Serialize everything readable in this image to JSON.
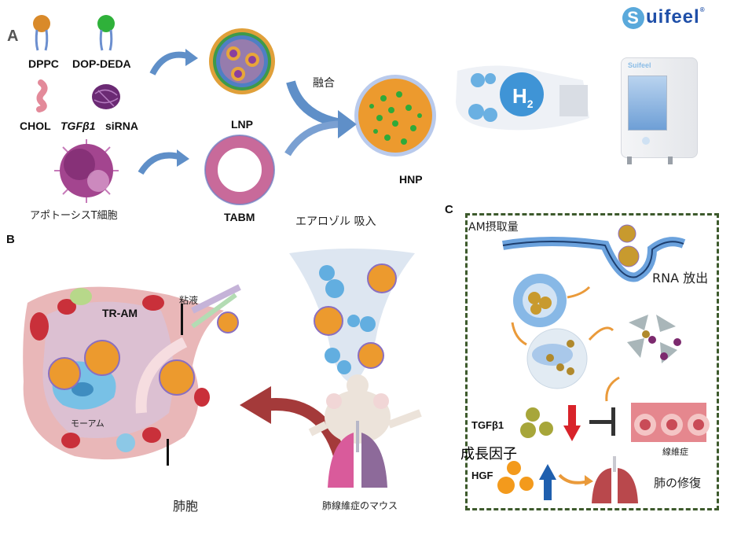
{
  "brand": {
    "logo_initial": "S",
    "logo_rest": "uifeel",
    "registered_mark": "®",
    "device_label": "Suifeel"
  },
  "panel_a": {
    "letter": "A",
    "components": {
      "dppc": "DPPC",
      "dop_deda": "DOP-DEDA",
      "chol": "CHOL",
      "tgfb1_italic": "TGFβ1",
      "sirna": "siRNA",
      "apoptotic_t_cell": "アポトーシスT細胞"
    },
    "lnp": "LNP",
    "tabm": "TABM",
    "fusion": "融合",
    "hnp": "HNP",
    "h2": "H",
    "h2_sub": "2"
  },
  "panel_b": {
    "letter": "B",
    "aerosol_inhalation": "エアロゾル 吸入",
    "mucus": "粘液",
    "tr_am": "TR-AM",
    "mo_am": "モーアム",
    "alveolus": "肺胞",
    "fibrosis_mouse": "肺線維症のマウス"
  },
  "panel_c": {
    "letter": "C",
    "am_uptake": "AM摂取量",
    "rna_release": "RNA 放出",
    "tgfb1": "TGFβ1",
    "growth_factor": "成長因子",
    "hgf": "HGF",
    "fibrosis": "線維症",
    "lung_repair": "肺の修復"
  },
  "colors": {
    "arrow_blue": "#5f8fc8",
    "nanoparticle_orange": "#e89a2c",
    "nanoparticle_green": "#2faa3a",
    "box_border": "#3d5a2c",
    "down_arrow_red": "#d8232a",
    "up_arrow_blue": "#1f5fae",
    "brand_blue": "#1f4fa8"
  }
}
